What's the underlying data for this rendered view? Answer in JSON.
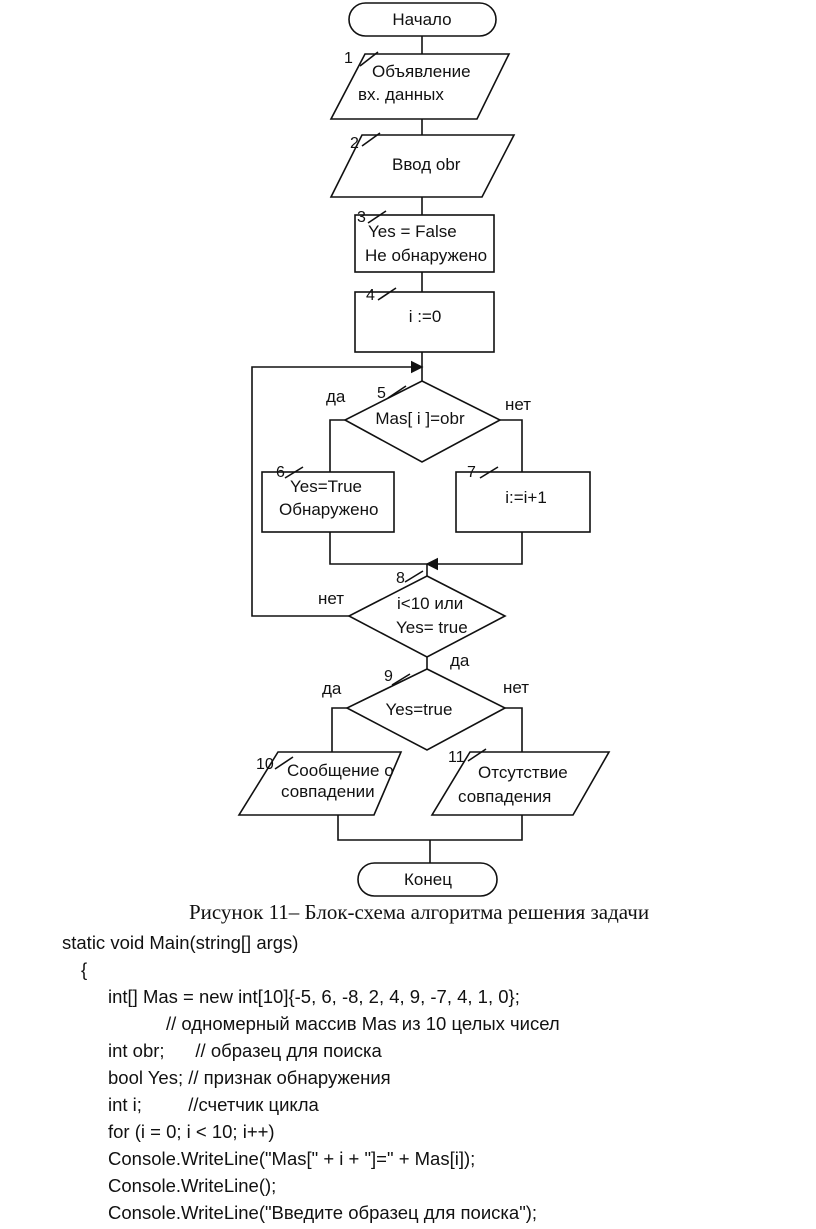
{
  "diagram": {
    "start": "Начало",
    "end": "Конец",
    "blocks": [
      {
        "num": "1",
        "lines": [
          "Объявление",
          "вх. данных"
        ]
      },
      {
        "num": "2",
        "lines": [
          "Ввод obr"
        ]
      },
      {
        "num": "3",
        "lines": [
          "Yes = False",
          "Не обнаружено"
        ]
      },
      {
        "num": "4",
        "lines": [
          "i :=0"
        ]
      },
      {
        "num": "5",
        "lines": [
          "Mas[ i ]=obr"
        ]
      },
      {
        "num": "6",
        "lines": [
          "Yes=True",
          "Обнаружено"
        ]
      },
      {
        "num": "7",
        "lines": [
          "i:=i+1"
        ]
      },
      {
        "num": "8",
        "lines": [
          "i<10 или",
          "Yes= true"
        ]
      },
      {
        "num": "9",
        "lines": [
          "Yes=true"
        ]
      },
      {
        "num": "10",
        "lines": [
          "Сообщение о",
          "совпадении"
        ]
      },
      {
        "num": "11",
        "lines": [
          "Отсутствие",
          "совпадения"
        ]
      }
    ],
    "branch_labels": {
      "b5_yes": "да",
      "b5_no": "нет",
      "b8_no": "нет",
      "b8_yes": "да",
      "b9_yes": "да",
      "b9_no": "нет"
    }
  },
  "caption": "Рисунок 11– Блок-схема алгоритма решения задачи",
  "code": [
    "static void Main(string[] args)",
    "{",
    "int[] Mas = new int[10]{-5, 6, -8, 2, 4, 9, -7, 4, 1, 0};",
    "// одномерный массив Mas из 10 целых чисел",
    "int obr;      // образец для поиска",
    "bool Yes; // признак обнаружения",
    "int i;         //счетчик цикла",
    "for (i = 0; i < 10; i++)",
    "Console.WriteLine(\"Mas[\" + i + \"]=\" + Mas[i]);",
    "Console.WriteLine();",
    "Console.WriteLine(\"Введите образец для поиска\");"
  ]
}
